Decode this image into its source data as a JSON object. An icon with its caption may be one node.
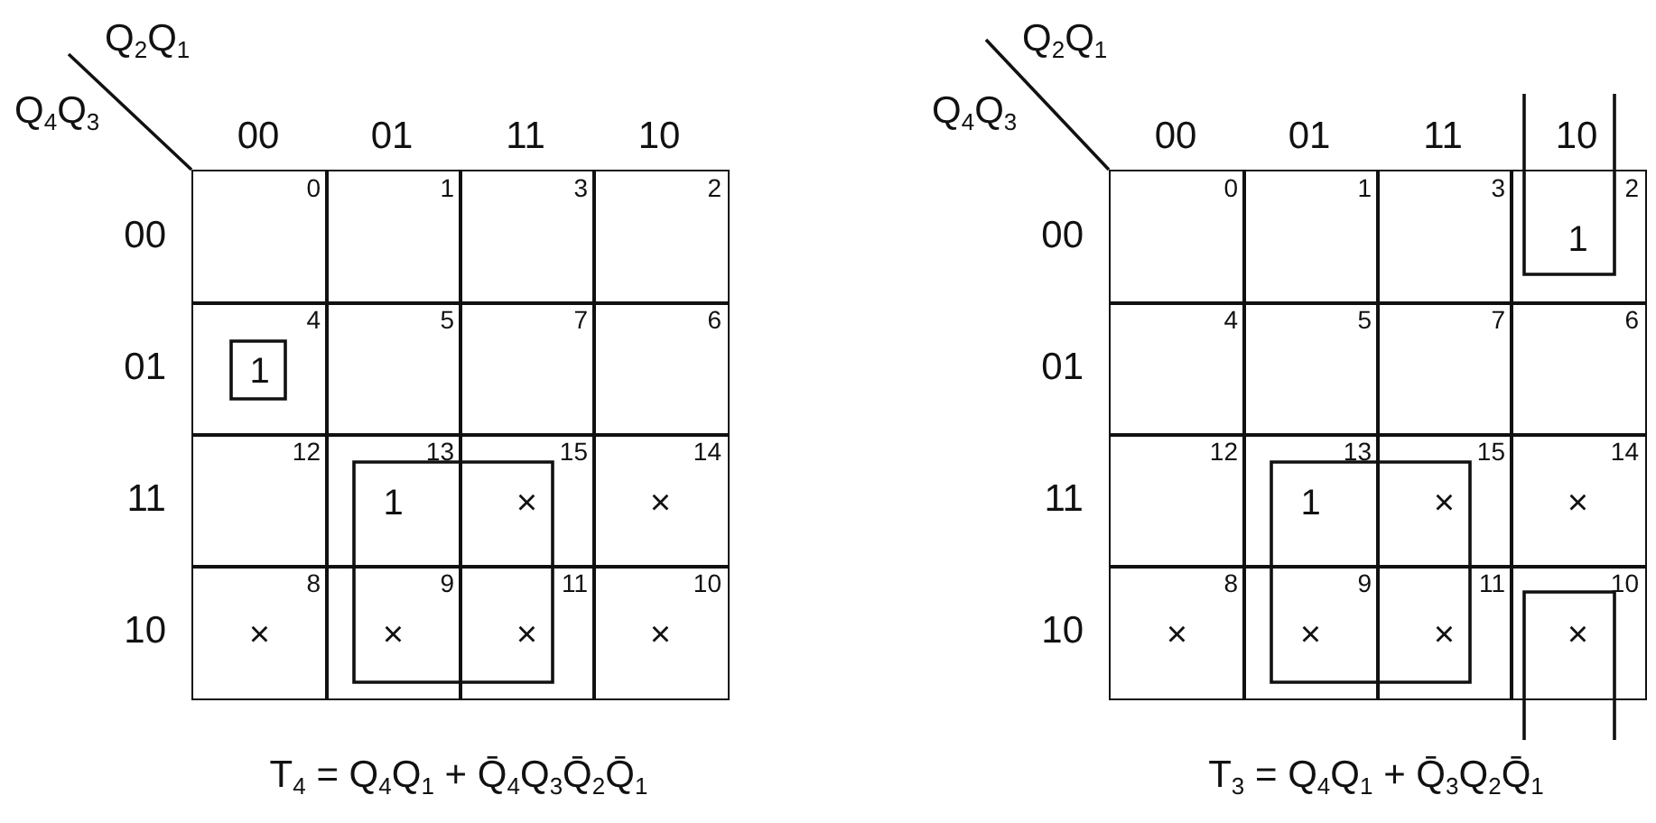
{
  "diagram": {
    "nodes": [
      {
        "text": [
          "0"
        ]
      },
      {
        "text": [
          "1"
        ]
      },
      {
        "text": [
          "3"
        ]
      },
      {
        "text": [
          "2"
        ]
      },
      {
        "text": [
          "4",
          "1"
        ]
      },
      {
        "text": [
          "5"
        ]
      },
      {
        "text": [
          "7"
        ]
      },
      {
        "text": [
          "6"
        ]
      },
      {
        "text": [
          "12"
        ]
      },
      {
        "text": [
          "13",
          "1"
        ]
      },
      {
        "text": [
          "15",
          "×"
        ]
      },
      {
        "text": [
          "14",
          "×"
        ]
      },
      {
        "text": [
          "8",
          "×"
        ]
      },
      {
        "text": [
          "9",
          "×"
        ]
      },
      {
        "text": [
          "11",
          "×"
        ]
      },
      {
        "text": [
          "10",
          "×"
        ]
      },
      {
        "text": [
          "0"
        ]
      },
      {
        "text": [
          "1"
        ]
      },
      {
        "text": [
          "3"
        ]
      },
      {
        "text": [
          "2",
          "1"
        ]
      },
      {
        "text": [
          "4"
        ]
      },
      {
        "text": [
          "5"
        ]
      },
      {
        "text": [
          "7"
        ]
      },
      {
        "text": [
          "6"
        ]
      },
      {
        "text": [
          "12"
        ]
      },
      {
        "text": [
          "13",
          "1"
        ]
      },
      {
        "text": [
          "15",
          "×"
        ]
      },
      {
        "text": [
          "14",
          "×"
        ]
      },
      {
        "text": [
          "8",
          "×"
        ]
      },
      {
        "text": [
          "9",
          "×"
        ]
      },
      {
        "text": [
          "11",
          "×"
        ]
      },
      {
        "text": [
          "10",
          "×"
        ]
      }
    ],
    "labels": [
      "Q$_{2}$Q$_{1}$",
      "Q$_{4}$Q$_{3}$",
      "00",
      "01",
      "11",
      "10",
      "00",
      "01",
      "11",
      "10",
      "T$_{4}$ = Q$_{4}$Q$_{1}$ + Q̄$_{4}$Q$_{3}$Q̄$_{2}$Q̄$_{1}$",
      "Q$_{2}$Q$_{1}$",
      "Q$_{4}$Q$_{3}$",
      "00",
      "01",
      "11",
      "10",
      "00",
      "01",
      "11",
      "10",
      "T$_{3}$ = Q$_{4}$Q$_{1}$ + Q̄$_{3}$Q$_{2}$Q̄$_{1}$"
    ]
  }
}
